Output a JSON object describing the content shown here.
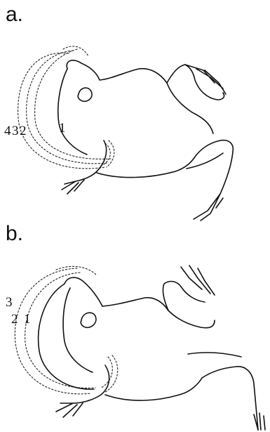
{
  "panels": [
    {
      "label": "a.",
      "contour_labels": [
        "4",
        "3",
        "2",
        "1"
      ]
    },
    {
      "label": "b.",
      "contour_labels": [
        "3",
        "2",
        "1"
      ]
    }
  ]
}
